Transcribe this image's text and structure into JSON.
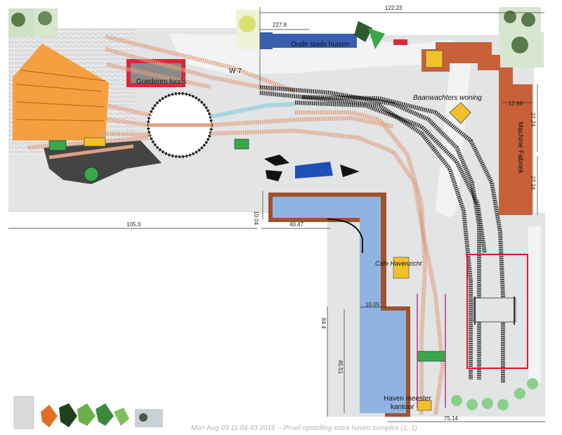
{
  "labels": {
    "oude_stads_huizen": "Oude stads huizen",
    "goederen_loods": "Goederen loods",
    "w7": "W 7",
    "baanwachters_woning": "Baanwachters woning",
    "machine_fabriek": "Machine Fabriek",
    "cafe_havenzicht": "Cafe Havenzicht",
    "haven_meester_kantoor_1": "Haven meester",
    "haven_meester_kantoor_2": "kantoor"
  },
  "dimensions": {
    "d_227_8": "227.8",
    "d_122_23": "122.23",
    "d_105_3": "105.3",
    "d_40_47": "40.47",
    "d_10_04": "10.04",
    "d_10_05": "10.05",
    "d_84_4": "84.4",
    "d_45_51": "45.51",
    "d_75_14": "75.14",
    "d_12_69": "12.69",
    "d_27_24_a": "27.24",
    "d_27_24_b": "27.24"
  },
  "footer": "Mon Aug 03 11:04:43 2015 -- Proef opstelling extra haven complex (1, 1)",
  "colors": {
    "baseboard": "#e2e4e6",
    "water": "#8fb4e0",
    "quay": "#a0522d",
    "roundhouse": "#f5a040",
    "machine_fabriek": "#c8603a",
    "houses": "#3a5fb0",
    "track_orange": "#e0a080",
    "track_black": "#2a2a2a",
    "track_cyan": "#7ac8d8",
    "building_yellow": "#f2c02a",
    "goederen_loods_red": "#d8283a",
    "pit_red": "#e0182a"
  }
}
